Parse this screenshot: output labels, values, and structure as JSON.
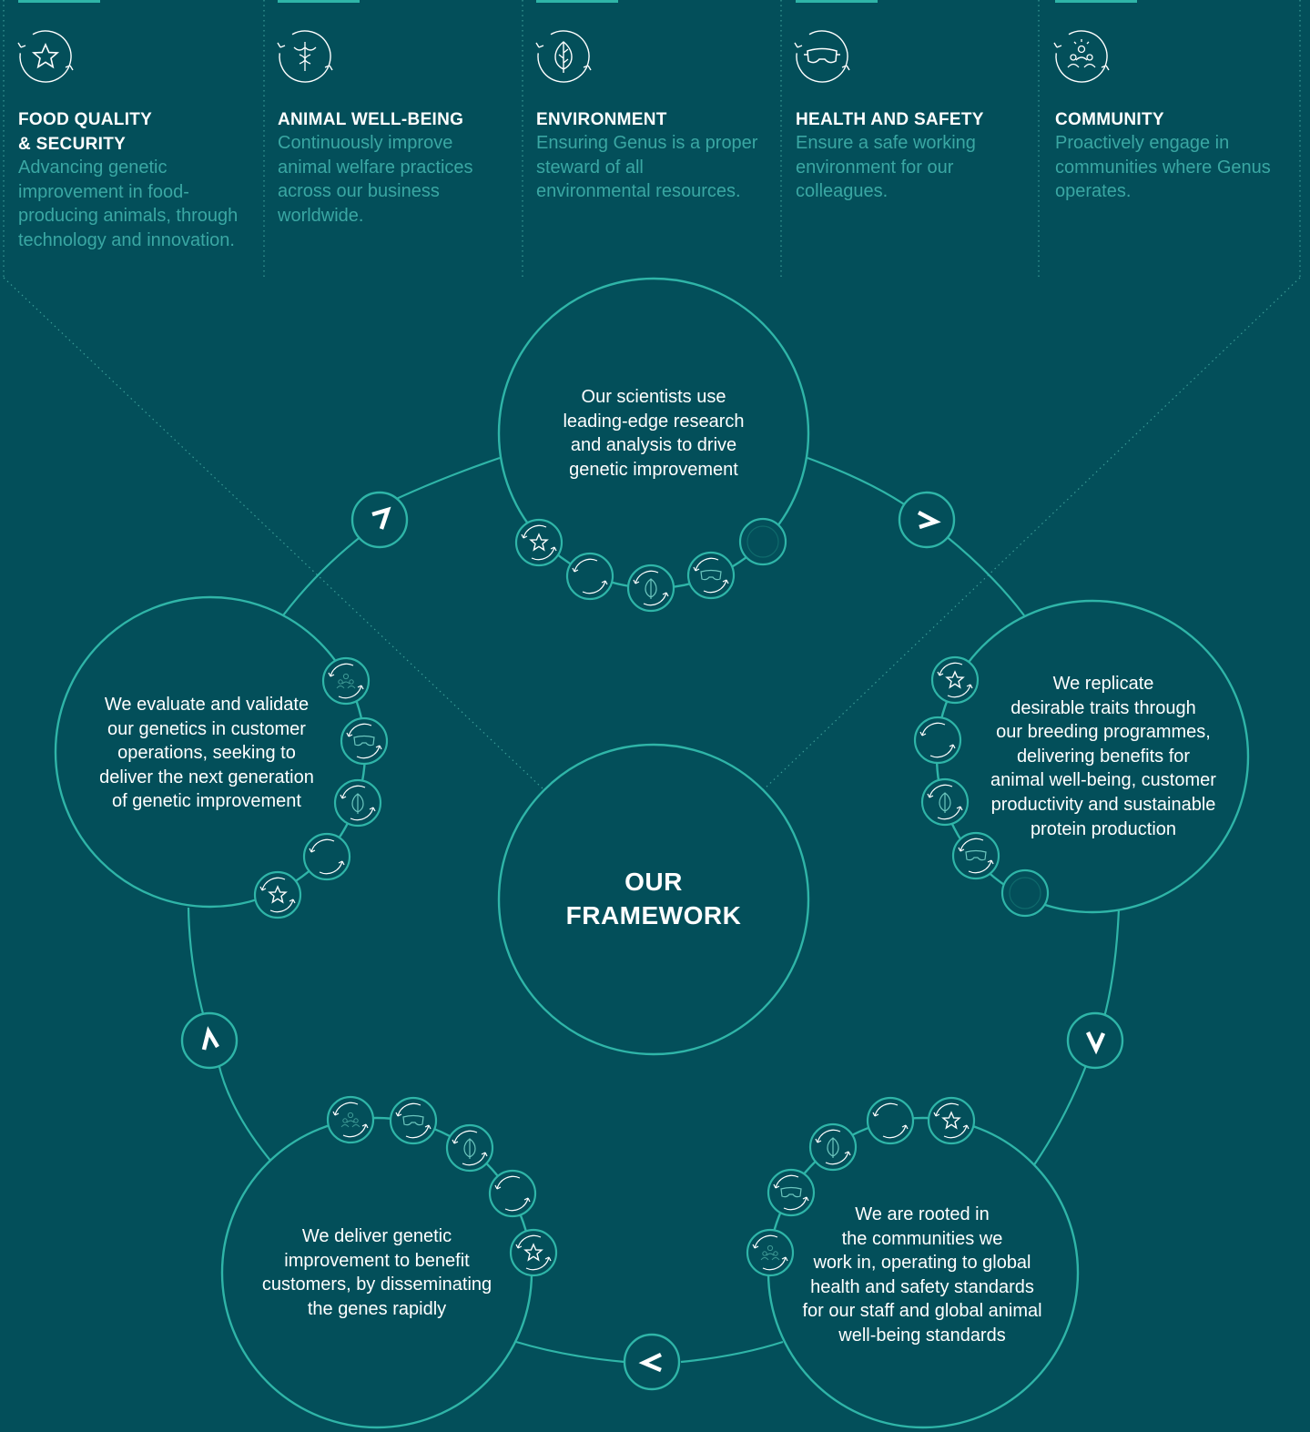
{
  "pillars": [
    {
      "icon": "star-cycle-icon",
      "title": [
        "FOOD QUALITY",
        "& SECURITY"
      ],
      "text": "Advancing genetic improvement in food-producing animals, through technology and innovation."
    },
    {
      "icon": "caduceus-cycle-icon",
      "title": [
        "ANIMAL WELL-BEING"
      ],
      "text": "Continuously improve animal welfare practices across our business worldwide."
    },
    {
      "icon": "leaf-cycle-icon",
      "title": [
        "ENVIRONMENT"
      ],
      "text": "Ensuring Genus is a proper steward of all environmental resources."
    },
    {
      "icon": "safety-goggles-cycle-icon",
      "title": [
        "HEALTH AND SAFETY"
      ],
      "text": "Ensure a safe working environment for our colleagues."
    },
    {
      "icon": "people-cycle-icon",
      "title": [
        "COMMUNITY"
      ],
      "text": "Proactively engage in communities where Genus operates."
    }
  ],
  "center": {
    "lines": [
      "OUR",
      "FRAMEWORK"
    ]
  },
  "nodes": [
    {
      "id": "research",
      "lines": [
        "Our scientists use",
        "leading-edge research",
        "and analysis to drive",
        "genetic improvement"
      ]
    },
    {
      "id": "breeding",
      "lines": [
        "We replicate",
        "desirable traits through",
        "our breeding programmes,",
        "delivering benefits for",
        "animal well-being, customer",
        "productivity and sustainable",
        "protein production"
      ]
    },
    {
      "id": "communities",
      "lines": [
        "We are rooted in",
        "the communities we",
        "work in, operating to global",
        "health and safety standards",
        "for our staff and global animal",
        "well-being standards"
      ]
    },
    {
      "id": "deliver",
      "lines": [
        "We deliver genetic",
        "improvement to benefit",
        "customers, by disseminating",
        "the genes rapidly"
      ]
    },
    {
      "id": "evaluate",
      "lines": [
        "We evaluate and validate",
        "our genetics in customer",
        "operations, seeking to",
        "deliver the next generation",
        "of genetic improvement"
      ]
    }
  ],
  "colors": {
    "background": "#034f5a",
    "accent": "#2fb5a8",
    "muted_text": "#3aa7a3",
    "text": "#ffffff"
  }
}
